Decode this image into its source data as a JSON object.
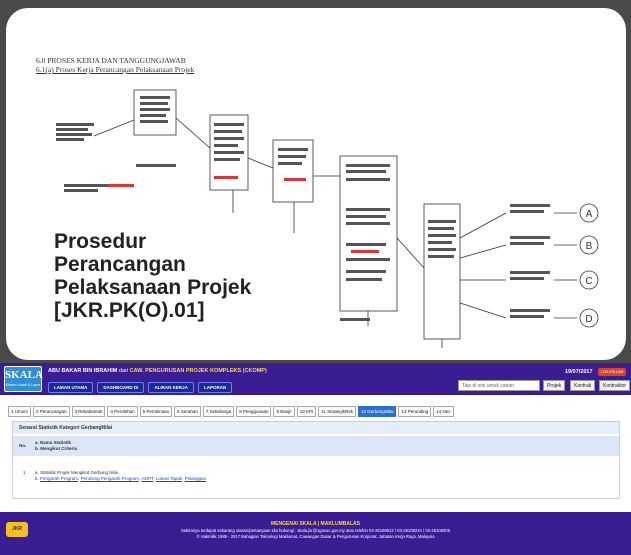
{
  "slide": {
    "header_line1": "6.0      PROSES KERJA DAN TANGGUNGJAWAB",
    "header_line2": "6.1(a)           Proses Kerja Perancangan Pelaksanaan Projek",
    "title_lines": [
      "Prosedur",
      "Perancangan",
      "Pelaksanaan Projek",
      "[JKR.PK(O).01]"
    ],
    "flow_outputs": [
      "A",
      "B",
      "C",
      "D"
    ]
  },
  "app": {
    "logo_text": "SKALA",
    "logo_subtext": "Sistem Kawal & Lapor",
    "user_name": "ABU BAKAR BIN IBRAHIM",
    "user_connector": "dari",
    "user_org": "CAW. PENGURUSAN PROJEK KOMPLEKS (CKOMP)",
    "date": "19/07/2017",
    "logout": "LOG KELUAR",
    "nav": [
      "LAMAN UTAMA",
      "DASHBOARD DI",
      "ALIRAN KERJA",
      "LAPORAN"
    ],
    "search_placeholder": "Taip di sini untuk carian",
    "search_buttons": [
      "Projek",
      "Kontrak",
      "Kontraktor"
    ],
    "tabs": [
      "1 Umum",
      "2 Perancangan",
      "3 Rekabentuk",
      "4 Perolehan",
      "5 Pembinaan",
      "6 Serahan",
      "7 Seliaharga",
      "8 Penggunaan",
      "9 Banjir",
      "10 KPI",
      "11 StrategikRek",
      "12 GerbangNilai",
      "13 Perunding",
      "14 Nec"
    ],
    "active_tab": "12 GerbangNilai",
    "panel_title": "Senarai Statistik Kategori GerbangNilai",
    "table_header": {
      "no": "No.",
      "line1": "a. Nama Statistik",
      "line2": "b. Mengikut Criteria"
    },
    "table_row": {
      "no": "1",
      "line1": "a. Statistik Projek Mengikut Gerbang Nilai",
      "prefix": "b.",
      "links": [
        "Pengarah Program",
        "Penolong Pengarah Program",
        "HOPT",
        "Lokasi Tapak",
        "Pelanggan"
      ]
    },
    "footer": {
      "logo": "JKR",
      "title": "MENGENAI SKALA | MAKLUMBALAS",
      "line1": "Sekiranya terdapat sebarang ulasan/pertanyaan sila hubungi : skala.jkr@1govuc.gov.my atau telefon 03-26108512 / 03-26108224 / 03-26108305",
      "line2": "© Hakmilik 1985 - 2017 Bahagian Teknologi Maklumat, Cawangan Dasar & Pengurusan Korporat, Jabatan Kerja Raya, Malaysia"
    }
  }
}
